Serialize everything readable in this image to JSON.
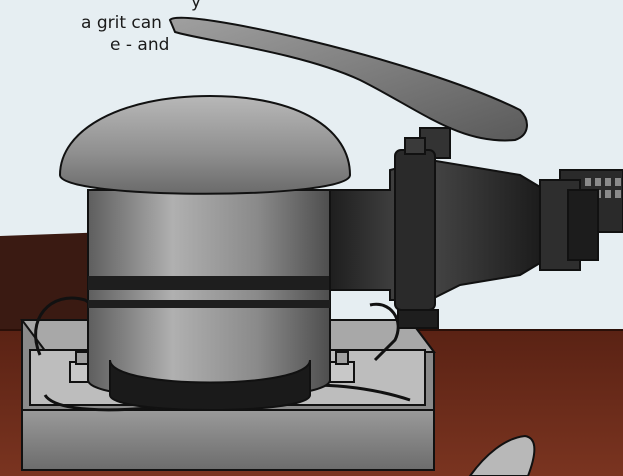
{
  "caption": {
    "lines": [
      "y",
      "a grit can",
      "e - and"
    ]
  },
  "colors": {
    "background": "#e6eef2",
    "bench": "#6b2a1a",
    "tool_body": "#8c8c8c",
    "tool_dark": "#2a2a2a",
    "outline": "#111111"
  },
  "icons": {
    "illustration": "orbital-air-sander"
  }
}
